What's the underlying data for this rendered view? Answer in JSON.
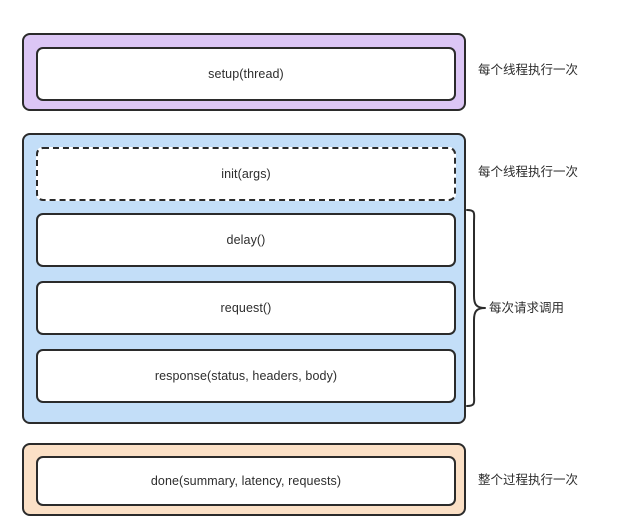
{
  "diagram": {
    "type": "lifecycle-hooks",
    "groups": [
      {
        "id": "setup",
        "color": "#DCC6F5",
        "annotation": "每个线程执行一次",
        "boxes": [
          {
            "label": "setup(thread)",
            "style": "solid"
          }
        ]
      },
      {
        "id": "request",
        "color": "#C3DEF8",
        "annotation": "每个线程执行一次",
        "brace_annotation": "每次请求调用",
        "boxes": [
          {
            "label": "init(args)",
            "style": "dashed"
          },
          {
            "label": "delay()",
            "style": "solid"
          },
          {
            "label": "request()",
            "style": "solid"
          },
          {
            "label": "response(status, headers, body)",
            "style": "solid"
          }
        ]
      },
      {
        "id": "done",
        "color": "#FBE0C6",
        "annotation": "整个过程执行一次",
        "boxes": [
          {
            "label": "done(summary, latency, requests)",
            "style": "solid"
          }
        ]
      }
    ],
    "colors": {
      "purple_fill": "#DCC6F5",
      "blue_fill": "#C3DEF8",
      "orange_fill": "#FBE0C6",
      "box_fill": "#FFFFFF",
      "stroke": "#2B2B2B",
      "text": "#2D2D2D",
      "background": "#FFFFFF"
    }
  }
}
